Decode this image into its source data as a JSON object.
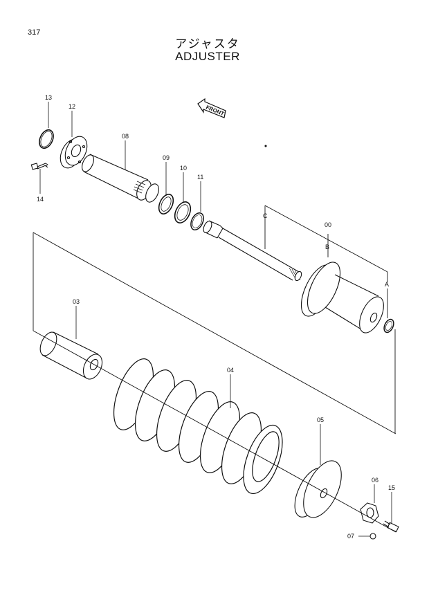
{
  "page": {
    "number": "317",
    "title_jp": "アジャスタ",
    "title_en": "ADJUSTER",
    "direction_label": "FRONT"
  },
  "callouts": {
    "c13": "13",
    "c12": "12",
    "c14": "14",
    "c08": "08",
    "c09": "09",
    "c10": "10",
    "c11": "11",
    "cC": "C",
    "c00": "00",
    "cB": "B",
    "cA": "A",
    "c03": "03",
    "c04": "04",
    "c05": "05",
    "c06": "06",
    "c15": "15",
    "c07": "07"
  }
}
